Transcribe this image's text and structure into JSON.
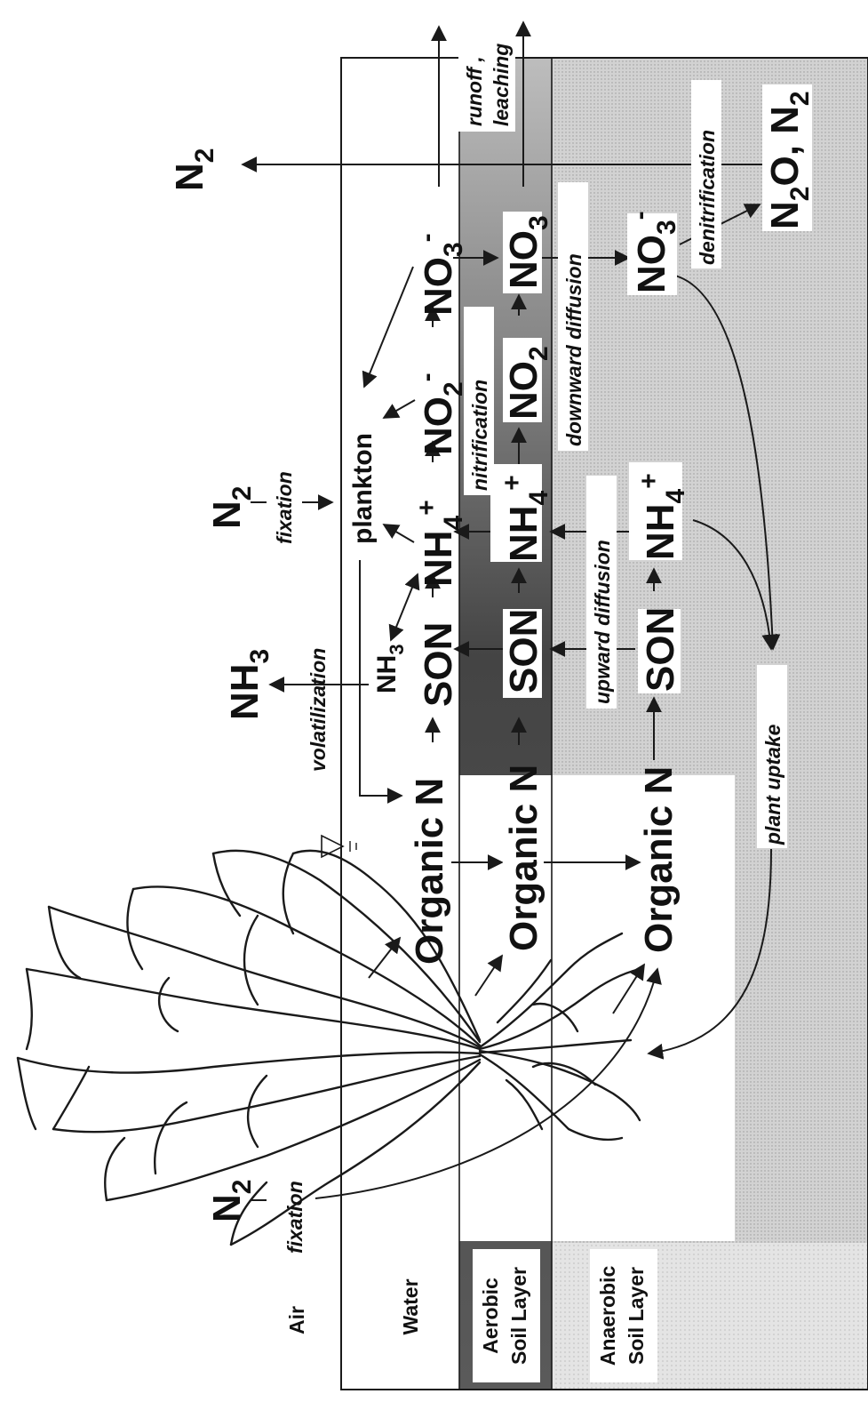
{
  "layers": {
    "air": "Air",
    "water": "Water",
    "aerobic_line1": "Aerobic",
    "aerobic_line2": "Soil Layer",
    "anaerobic_line1": "Anaerobic",
    "anaerobic_line2": "Soil Layer"
  },
  "atmosphere": {
    "n2_fixation_left": "N",
    "n2_fixation_left_sub": "2",
    "nh3": "NH",
    "nh3_sub": "3",
    "n2_fixation_mid": "N",
    "n2_fixation_mid_sub": "2",
    "n2_denitrified": "N",
    "n2_denitrified_sub": "2"
  },
  "water_column": {
    "organic_n": "Organic N",
    "nh3": "NH",
    "nh3_sub": "3",
    "son": "SON",
    "nh4": "NH",
    "nh4_sub": "4",
    "nh4_sup": "+",
    "plankton": "plankton",
    "no2": "NO",
    "no2_sub": "2",
    "no2_sup": "-",
    "no3": "NO",
    "no3_sub": "3",
    "no3_sup": "-"
  },
  "aerobic_layer": {
    "organic_n": "Organic N",
    "son": "SON",
    "nh4": "NH",
    "nh4_sub": "4",
    "nh4_sup": "+",
    "no2": "NO",
    "no2_sub": "2",
    "no3": "NO",
    "no3_sub": "3"
  },
  "anaerobic_layer": {
    "organic_n": "Organic N",
    "son": "SON",
    "nh4": "NH",
    "nh4_sub": "4",
    "nh4_sup": "+",
    "no3": "NO",
    "no3_sub": "3",
    "no3_sup": "-",
    "gases": "N",
    "gases_sub1": "2",
    "gases_mid": "O, N",
    "gases_sub2": "2"
  },
  "processes": {
    "fixation_left": "fixation",
    "volatilization": "volatilization",
    "fixation_mid": "fixation",
    "nitrification": "nitrification",
    "upward_diffusion": "upward diffusion",
    "downward_diffusion": "downward diffusion",
    "denitrification": "denitrification",
    "plant_uptake": "plant uptake",
    "runoff": "runoff ,",
    "leaching": "leaching"
  },
  "colors": {
    "background": "#ffffff",
    "anaerobic_soil": "#cfcfcf",
    "aerobic_soil_dark": "#4a4a4a",
    "aerobic_soil_light": "#bdbdbd",
    "line": "#1a1a1a"
  }
}
